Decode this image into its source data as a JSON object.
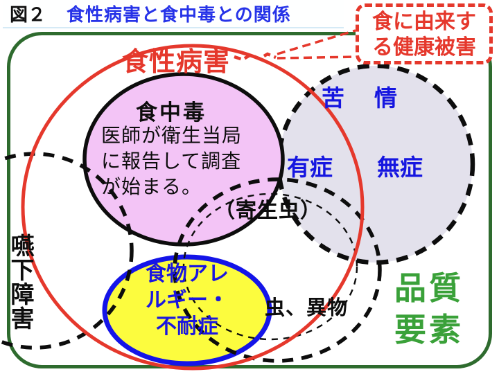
{
  "title": {
    "figure_label": "図２",
    "text": "食性病害と食中毒との関係"
  },
  "callout": {
    "text": "食に由来す\nる健康被害"
  },
  "diagram": {
    "food_disease_label": "食性病害",
    "food_poisoning": {
      "title": "食中毒",
      "description": "医師が衛生当局\nに報告して調査\nが始まる。"
    },
    "complaint": {
      "title": "苦　情",
      "symptomatic": "有症",
      "asymptomatic": "無症"
    },
    "parasite_label": "（寄生虫）",
    "swallowing_label": "嚥下障害",
    "allergy_label": "食物アレ\nルギー・\n不耐症",
    "foreign_matter_label": "虫、異物",
    "quality_label": "品質\n要素"
  },
  "colors": {
    "red": "#e5382c",
    "title_blue": "#2633e8",
    "blue_text": "#1616e0",
    "blue_border": "#1414e8",
    "green_border": "#2e6b2e",
    "green_text": "#3aa139",
    "pink_fill": "#f3c4f6",
    "lavender_fill": "#e3e1ec",
    "yellow_fill": "#fcfc3e",
    "black": "#0d0d0d"
  }
}
